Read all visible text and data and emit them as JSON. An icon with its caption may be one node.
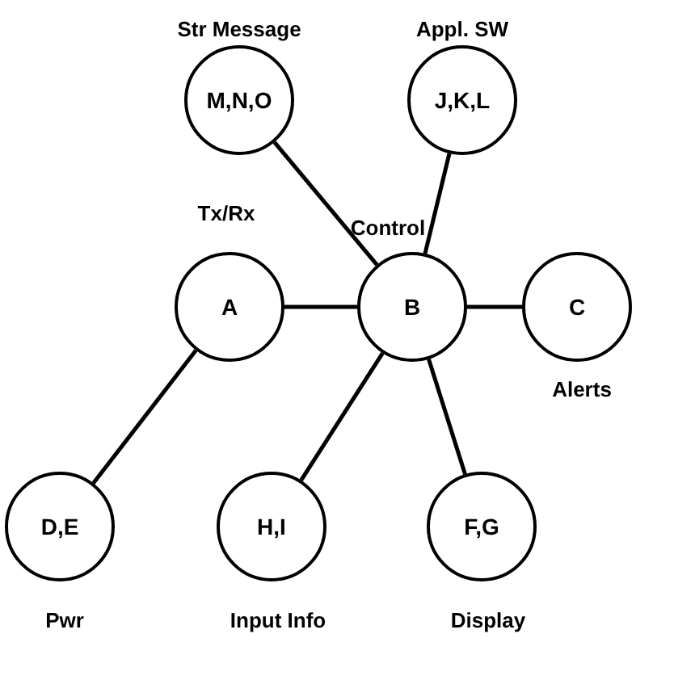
{
  "diagram": {
    "nodes": [
      {
        "text": [
          "M,N,O"
        ],
        "beside": [
          "Str Message"
        ]
      },
      {
        "text": [
          "J,K,L"
        ],
        "beside": [
          "Appl. SW"
        ]
      },
      {
        "text": [
          "A"
        ],
        "beside": [
          "Tx/Rx"
        ]
      },
      {
        "text": [
          "B"
        ],
        "beside": [
          "Control"
        ]
      },
      {
        "text": [
          "C"
        ],
        "beside": [
          "Alerts"
        ]
      },
      {
        "text": [
          "D,E"
        ],
        "beside": [
          "Pwr"
        ]
      },
      {
        "text": [
          "H,I"
        ],
        "beside": [
          "Input Info"
        ]
      },
      {
        "text": [
          "F,G"
        ],
        "beside": [
          "Display"
        ]
      }
    ],
    "edges": [
      {
        "from": 3,
        "to": 0,
        "arrow": "none"
      },
      {
        "from": 3,
        "to": 1,
        "arrow": "none"
      },
      {
        "from": 2,
        "to": 3,
        "arrow": "none"
      },
      {
        "from": 3,
        "to": 4,
        "arrow": "none"
      },
      {
        "from": 2,
        "to": 5,
        "arrow": "none"
      },
      {
        "from": 3,
        "to": 6,
        "arrow": "none"
      },
      {
        "from": 3,
        "to": 7,
        "arrow": "none"
      }
    ]
  }
}
